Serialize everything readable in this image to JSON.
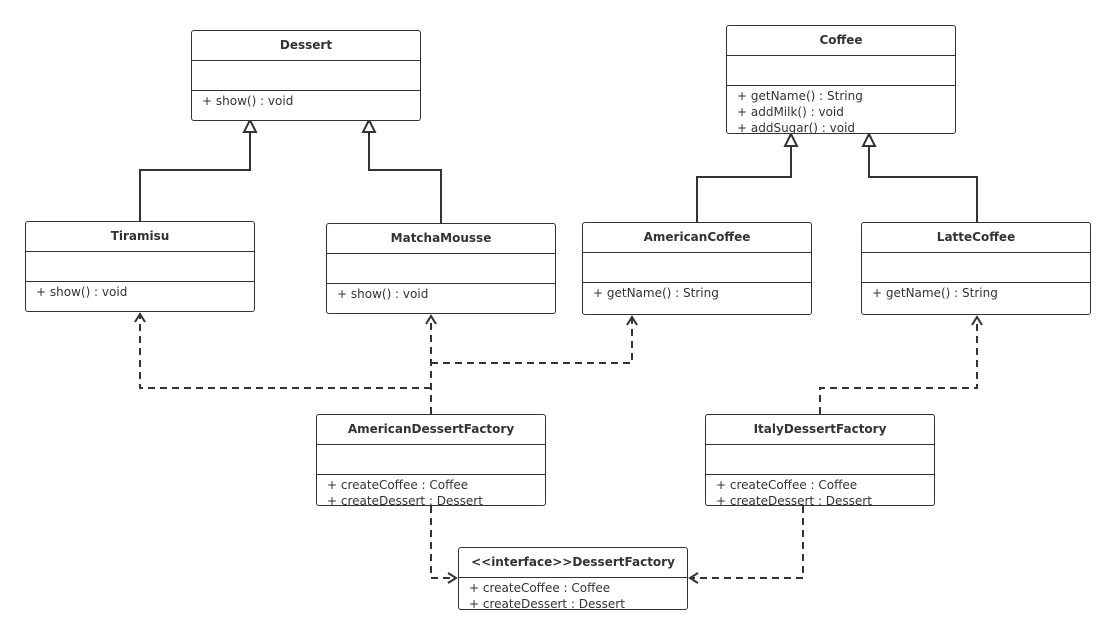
{
  "colors": {
    "line": "#333333",
    "background": "#ffffff"
  },
  "classes": [
    {
      "id": "dessert",
      "name": "Dessert",
      "methods": [
        "+ show() : void"
      ]
    },
    {
      "id": "coffee",
      "name": "Coffee",
      "methods": [
        "+ getName() : String",
        "+ addMilk() : void",
        "+ addSugar() : void"
      ]
    },
    {
      "id": "tiramisu",
      "name": "Tiramisu",
      "methods": [
        "+ show() : void"
      ]
    },
    {
      "id": "matchamousse",
      "name": "MatchaMousse",
      "methods": [
        "+ show() : void"
      ]
    },
    {
      "id": "americancoffee",
      "name": "AmericanCoffee",
      "methods": [
        "+ getName() : String"
      ]
    },
    {
      "id": "lattecoffee",
      "name": "LatteCoffee",
      "methods": [
        "+ getName() : String"
      ]
    },
    {
      "id": "americandessertfactory",
      "name": "AmericanDessertFactory",
      "methods": [
        "+ createCoffee : Coffee",
        "+ createDessert : Dessert"
      ]
    },
    {
      "id": "italydessertfactory",
      "name": "ItalyDessertFactory",
      "methods": [
        "+ createCoffee : Coffee",
        "+ createDessert : Dessert"
      ]
    },
    {
      "id": "dessertfactory",
      "name": "<<interface>>DessertFactory",
      "methods": [
        "+ createCoffee : Coffee",
        "+ createDessert : Dessert"
      ],
      "interface": true
    }
  ],
  "relations": [
    {
      "type": "inheritance",
      "from": "tiramisu",
      "to": "dessert"
    },
    {
      "type": "inheritance",
      "from": "matchamousse",
      "to": "dessert"
    },
    {
      "type": "inheritance",
      "from": "americancoffee",
      "to": "coffee"
    },
    {
      "type": "inheritance",
      "from": "lattecoffee",
      "to": "coffee"
    },
    {
      "type": "dependency",
      "from": "americandessertfactory",
      "to": "matchamousse"
    },
    {
      "type": "dependency",
      "from": "americandessertfactory",
      "to": "americancoffee"
    },
    {
      "type": "dependency",
      "from": "americandessertfactory",
      "to": "tiramisu"
    },
    {
      "type": "dependency",
      "from": "italydessertfactory",
      "to": "lattecoffee"
    },
    {
      "type": "realization",
      "from": "americandessertfactory",
      "to": "dessertfactory"
    },
    {
      "type": "realization",
      "from": "italydessertfactory",
      "to": "dessertfactory"
    }
  ]
}
